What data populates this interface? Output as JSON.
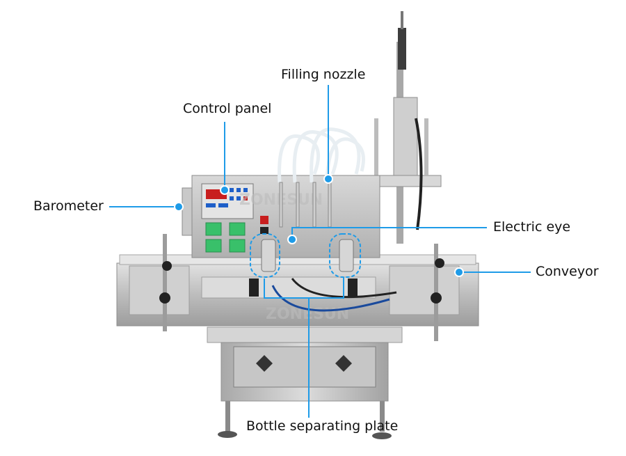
{
  "callouts": {
    "filling_nozzle": "Filling nozzle",
    "control_panel": "Control panel",
    "barometer": "Barometer",
    "electric_eye": "Electric eye",
    "conveyor": "Conveyor",
    "bottle_separating_plate": "Bottle separating plate"
  },
  "watermark": "ZONESUN",
  "colors": {
    "callout_line": "#1e9be8",
    "callout_dot": "#1e9be8",
    "steel": "#c9c9c9",
    "panel_green": "#39c06a",
    "text": "#111111"
  }
}
